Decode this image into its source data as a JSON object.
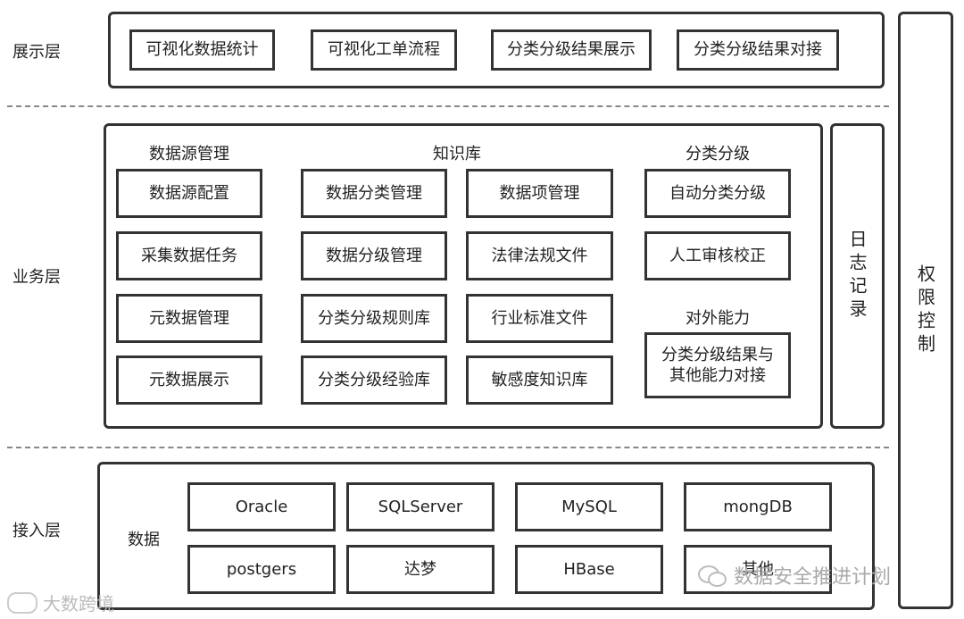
{
  "layers": {
    "display": "展示层",
    "business": "业务层",
    "access": "接入层"
  },
  "display_items": [
    "可视化数据统计",
    "可视化工单流程",
    "分类分级结果展示",
    "分类分级结果对接"
  ],
  "business": {
    "datasource": {
      "title": "数据源管理",
      "items": [
        "数据源配置",
        "采集数据任务",
        "元数据管理",
        "元数据展示"
      ]
    },
    "knowledge": {
      "title": "知识库",
      "left": [
        "数据分类管理",
        "数据分级管理",
        "分类分级规则库",
        "分类分级经验库"
      ],
      "right": [
        "数据项管理",
        "法律法规文件",
        "行业标准文件",
        "敏感度知识库"
      ]
    },
    "classify": {
      "title": "分类分级",
      "items": [
        "自动分类分级",
        "人工审核校正"
      ]
    },
    "external": {
      "title": "对外能力",
      "item": "分类分级结果与其他能力对接"
    }
  },
  "log": "日志记录",
  "auth": "权限控制",
  "access": {
    "label": "数据",
    "row1": [
      "Oracle",
      "SQLServer",
      "MySQL",
      "mongDB"
    ],
    "row2": [
      "postgers",
      "达梦",
      "HBase",
      "其他"
    ]
  },
  "watermarks": {
    "left": "大数跨境",
    "right": "数据安全推进计划"
  }
}
